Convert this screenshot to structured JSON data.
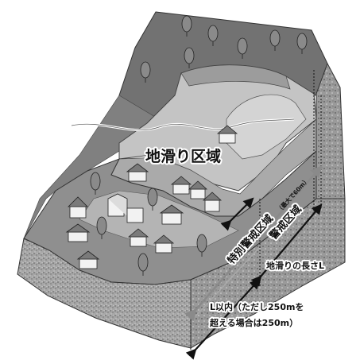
{
  "diagram": {
    "landslide_area_label": "地滑り区域",
    "special_warning_area_label": "特別警戒区域",
    "special_warning_note": "（最大で60m）",
    "warning_area_label": "警戒区域",
    "landslide_length_label": "地滑りの長さL",
    "warning_extent_line1": "L以内（ただし250mを",
    "warning_extent_line2": "超える場合は250m）"
  },
  "colors": {
    "slope_dark": "#6f6f6f",
    "slope_mid": "#8c8c8c",
    "landslide_light": "#c4c4c4",
    "landslide_mid": "#a9a9a9",
    "ground_side": "#9a9a9a",
    "arrow_gray": "#8a8a8a",
    "house_roof": "#7a7a7a",
    "house_wall": "#f2f2f2"
  }
}
